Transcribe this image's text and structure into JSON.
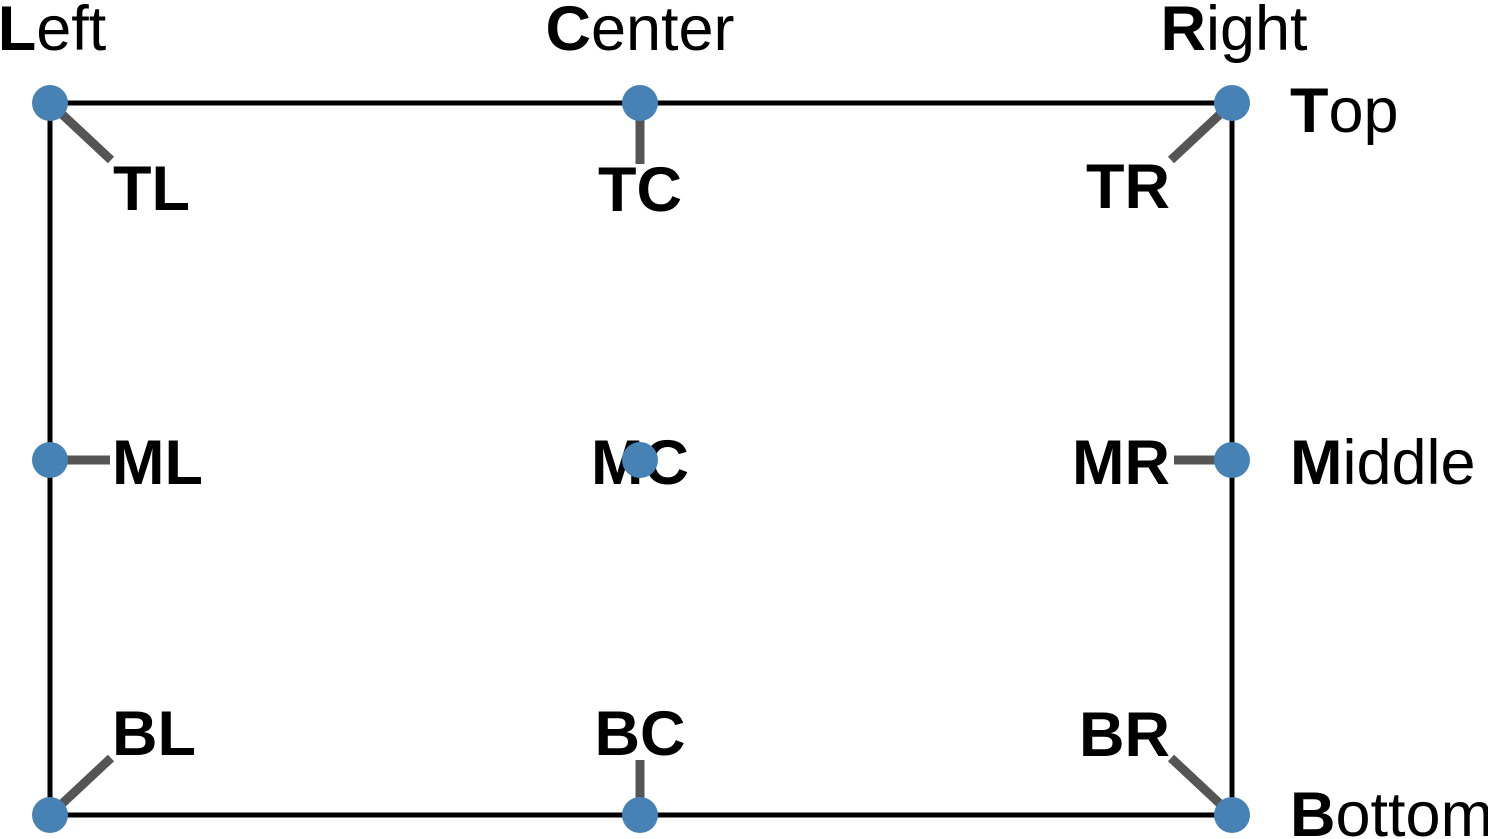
{
  "figure": {
    "colors": {
      "dot": "#4682B4",
      "leader": "#555555",
      "frame": "#000000",
      "text": "#000000",
      "background": "#FFFFFF"
    },
    "column_headers": {
      "left": {
        "bold": "L",
        "rest": "eft"
      },
      "center": {
        "bold": "C",
        "rest": "enter"
      },
      "right": {
        "bold": "R",
        "rest": "ight"
      }
    },
    "row_headers": {
      "top": {
        "bold": "T",
        "rest": "op"
      },
      "middle": {
        "bold": "M",
        "rest": "iddle"
      },
      "bottom": {
        "bold": "B",
        "rest": "ottom"
      }
    },
    "anchor_labels": {
      "tl": "TL",
      "tc": "TC",
      "tr": "TR",
      "ml": "ML",
      "mc": "MC",
      "mr": "MR",
      "bl": "BL",
      "bc": "BC",
      "br": "BR"
    }
  }
}
